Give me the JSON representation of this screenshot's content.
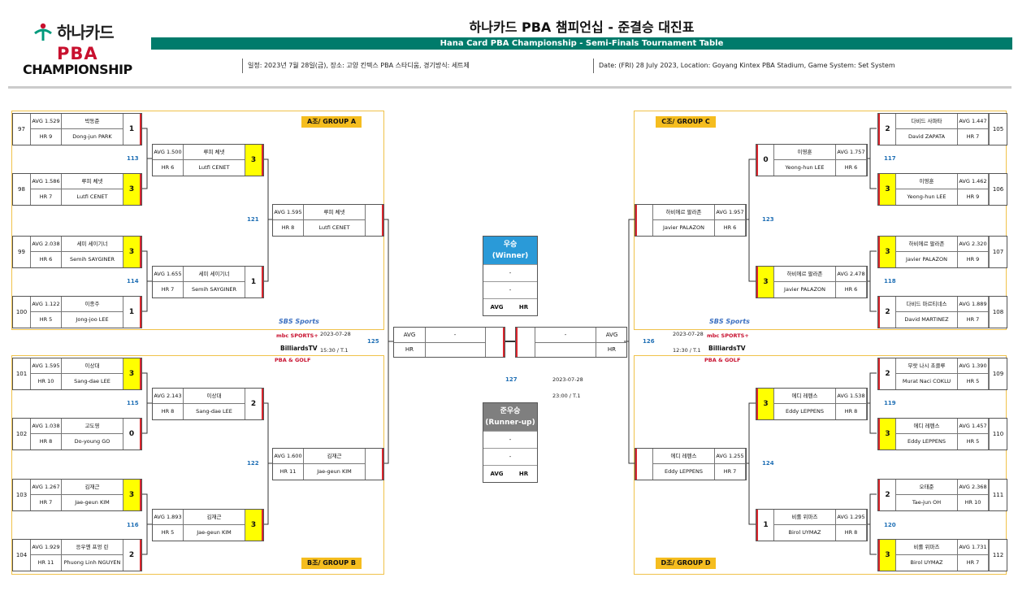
{
  "header": {
    "logo_hana": "하나카드",
    "logo_pba": "PBA",
    "logo_championship": "CHAMPIONSHIP",
    "title_ko": "하나카드 PBA 챔피언십 - 준결승 대진표",
    "title_en": "Hana Card PBA Championship - Semi-Finals Tournament Table",
    "info_ko": "일정: 2023년 7월 28일(금), 장소: 고양 킨텍스 PBA 스타디움, 경기방식: 세트제",
    "info_en": "Date: (FRI) 28 July 2023, Location: Goyang Kintex PBA Stadium, Game System: Set System"
  },
  "groups": {
    "a": "A조/ GROUP A",
    "b": "B조/ GROUP B",
    "c": "C조/ GROUP C",
    "d": "D조/ GROUP D"
  },
  "labels": {
    "avg": "AVG",
    "hr": "HR"
  },
  "players": [
    {
      "seed": "97",
      "avg": "AVG 1.529",
      "ko": "박동준",
      "hr": "HR 9",
      "en": "Dong-jun PARK",
      "score": "1"
    },
    {
      "seed": "98",
      "avg": "AVG 1.586",
      "ko": "루피 체넷",
      "hr": "HR 7",
      "en": "Lutfi CENET",
      "score": "3"
    },
    {
      "seed": "99",
      "avg": "AVG 2.038",
      "ko": "세미 세이기너",
      "hr": "HR 6",
      "en": "Semih SAYGINER",
      "score": "3"
    },
    {
      "seed": "100",
      "avg": "AVG 1.122",
      "ko": "이종주",
      "hr": "HR 5",
      "en": "Jong-joo LEE",
      "score": "1"
    },
    {
      "seed": "101",
      "avg": "AVG 1.595",
      "ko": "이상대",
      "hr": "HR 10",
      "en": "Sang-dae LEE",
      "score": "3"
    },
    {
      "seed": "102",
      "avg": "AVG 1.038",
      "ko": "고도영",
      "hr": "HR 8",
      "en": "Do-young GO",
      "score": "0"
    },
    {
      "seed": "103",
      "avg": "AVG 1.267",
      "ko": "김재근",
      "hr": "HR 7",
      "en": "Jae-geun KIM",
      "score": "3"
    },
    {
      "seed": "104",
      "avg": "AVG 1.929",
      "ko": "응우옌 프엉 린",
      "hr": "HR 11",
      "en": "Phuong Linh NGUYEN",
      "score": "2"
    },
    {
      "seed": "105",
      "avg": "AVG 1.447",
      "ko": "다비드 사파타",
      "hr": "HR 7",
      "en": "David ZAPATA",
      "score": "2"
    },
    {
      "seed": "106",
      "avg": "AVG 1.462",
      "ko": "이영훈",
      "hr": "HR 9",
      "en": "Yeong-hun LEE",
      "score": "3"
    },
    {
      "seed": "107",
      "avg": "AVG 2.320",
      "ko": "하비에르 팔라존",
      "hr": "HR 9",
      "en": "Javier PALAZON",
      "score": "3"
    },
    {
      "seed": "108",
      "avg": "AVG 1.889",
      "ko": "다비드 마르티네스",
      "hr": "HR 7",
      "en": "David MARTINEZ",
      "score": "2"
    },
    {
      "seed": "109",
      "avg": "AVG 1.390",
      "ko": "무랏 나시 초클루",
      "hr": "HR 5",
      "en": "Murat Naci COKLU",
      "score": "2"
    },
    {
      "seed": "110",
      "avg": "AVG 1.457",
      "ko": "에디 레펜스",
      "hr": "HR 5",
      "en": "Eddy LEPPENS",
      "score": "3"
    },
    {
      "seed": "111",
      "avg": "AVG 2.368",
      "ko": "오태준",
      "hr": "HR 10",
      "en": "Tae-jun OH",
      "score": "2"
    },
    {
      "seed": "112",
      "avg": "AVG 1.731",
      "ko": "비롤 위마즈",
      "hr": "HR 7",
      "en": "Birol UYMAZ",
      "score": "3"
    }
  ],
  "round2": [
    {
      "avg": "AVG 1.500",
      "ko": "루피 체넷",
      "hr": "HR 6",
      "en": "Lutfi CENET",
      "score": "3"
    },
    {
      "avg": "AVG 1.655",
      "ko": "세미 세이기너",
      "hr": "HR 7",
      "en": "Semih SAYGINER",
      "score": "1"
    },
    {
      "avg": "AVG 2.143",
      "ko": "이상대",
      "hr": "HR 8",
      "en": "Sang-dae LEE",
      "score": "2"
    },
    {
      "avg": "AVG 1.893",
      "ko": "김재근",
      "hr": "HR 5",
      "en": "Jae-geun KIM",
      "score": "3"
    },
    {
      "avg": "AVG 1.757",
      "ko": "이영훈",
      "hr": "HR 6",
      "en": "Yeong-hun LEE",
      "score": "0"
    },
    {
      "avg": "AVG 2.478",
      "ko": "하비에르 팔라존",
      "hr": "HR 6",
      "en": "Javier PALAZON",
      "score": "3"
    },
    {
      "avg": "AVG 1.538",
      "ko": "에디 레펜스",
      "hr": "HR 8",
      "en": "Eddy LEPPENS",
      "score": "3"
    },
    {
      "avg": "AVG 1.295",
      "ko": "비롤 위마즈",
      "hr": "HR 8",
      "en": "Birol UYMAZ",
      "score": "1"
    }
  ],
  "round3": [
    {
      "avg": "AVG 1.595",
      "ko": "루피 체넷",
      "hr": "HR 8",
      "en": "Lutfi CENET"
    },
    {
      "avg": "AVG 1.600",
      "ko": "김재근",
      "hr": "HR 11",
      "en": "Jae-geun KIM"
    },
    {
      "avg": "AVG 1.957",
      "ko": "하비에르 팔라존",
      "hr": "HR 6",
      "en": "Javier PALAZON"
    },
    {
      "avg": "AVG 1.255",
      "ko": "에디 레펜스",
      "hr": "HR 7",
      "en": "Eddy LEPPENS"
    }
  ],
  "matches": {
    "m113": "113",
    "m114": "114",
    "m115": "115",
    "m116": "116",
    "m117": "117",
    "m118": "118",
    "m119": "119",
    "m120": "120",
    "m121": "121",
    "m122": "122",
    "m123": "123",
    "m124": "124",
    "m125": "125",
    "m126": "126",
    "m127": "127"
  },
  "schedule": {
    "left_date": "2023-07-28",
    "left_time": "15:30 / T.1",
    "right_date": "2023-07-28",
    "right_time": "12:30 / T.1",
    "final_date": "2023-07-28",
    "final_time": "23:00 / T.1"
  },
  "semis": {
    "dash": "-"
  },
  "winner": {
    "title_ko": "우승",
    "title_en": "(Winner)",
    "dash1": "-",
    "dash2": "-"
  },
  "runnerup": {
    "title_ko": "준우승",
    "title_en": "(Runner-up)",
    "dash1": "-",
    "dash2": "-"
  },
  "brands": {
    "sbs": "SBS Sports",
    "mbc": "mbc SPORTS+",
    "billiards": "BilliardsTV",
    "pbagolf": "PBA & GOLF"
  },
  "colors": {
    "teal": "#007b6b",
    "gold": "#f5bd1f",
    "yellow": "#ffff00",
    "blue": "#1f6fb5",
    "red": "#d9262e"
  }
}
